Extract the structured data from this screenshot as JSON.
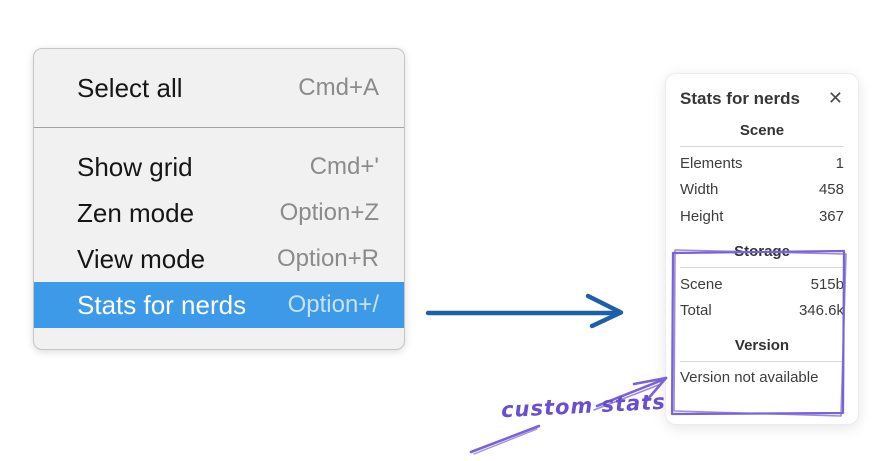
{
  "menu": {
    "groups": [
      {
        "items": [
          {
            "label": "Select all",
            "shortcut": "Cmd+A"
          }
        ]
      },
      {
        "items": [
          {
            "label": "Show grid",
            "shortcut": "Cmd+'"
          },
          {
            "label": "Zen mode",
            "shortcut": "Option+Z"
          },
          {
            "label": "View mode",
            "shortcut": "Option+R"
          },
          {
            "label": "Stats for nerds",
            "shortcut": "Option+/",
            "selected": true
          }
        ]
      }
    ]
  },
  "stats_panel": {
    "title": "Stats for nerds",
    "close_glyph": "✕",
    "sections": [
      {
        "heading": "Scene",
        "rows": [
          {
            "label": "Elements",
            "value": "1"
          },
          {
            "label": "Width",
            "value": "458"
          },
          {
            "label": "Height",
            "value": "367"
          }
        ]
      },
      {
        "heading": "Storage",
        "rows": [
          {
            "label": "Scene",
            "value": "515b"
          },
          {
            "label": "Total",
            "value": "346.6k"
          }
        ]
      },
      {
        "heading": "Version",
        "note": "Version not available"
      }
    ]
  },
  "annotation": {
    "label": "custom stats"
  },
  "colors": {
    "highlight_blue": "#3d9ae8",
    "arrow_blue": "#1d5fa8",
    "annotation_purple": "#7a63d8",
    "annotation_text": "#6a4ed1",
    "menu_bg": "#f1f1f1",
    "shortcut_gray": "#8b8b8b"
  }
}
